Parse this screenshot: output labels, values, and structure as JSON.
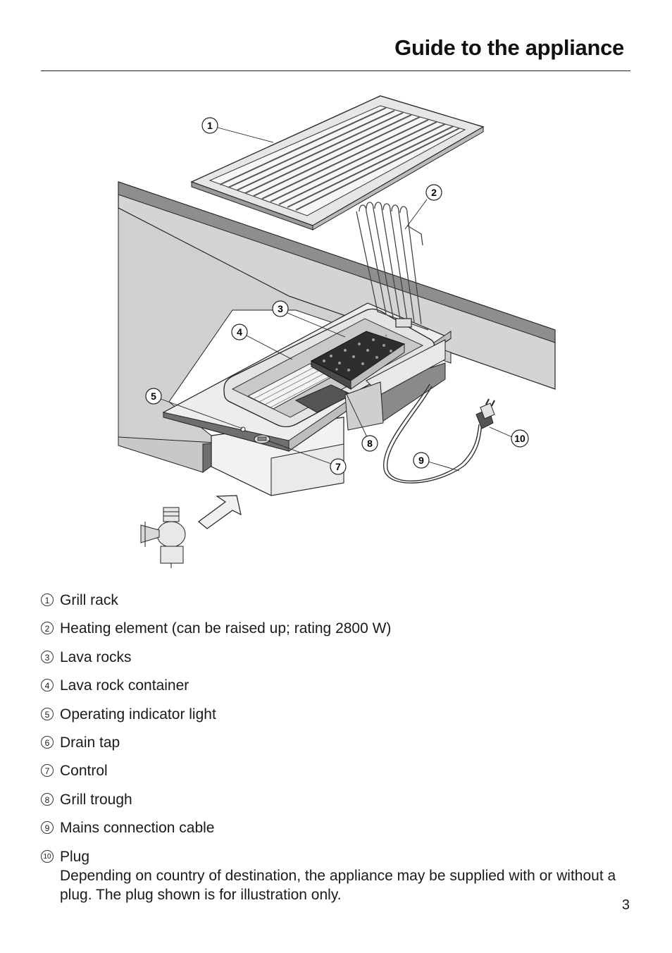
{
  "header": {
    "title": "Guide to the appliance"
  },
  "figure": {
    "callouts": [
      "1",
      "2",
      "3",
      "4",
      "5",
      "7",
      "8",
      "9",
      "10"
    ]
  },
  "legend": {
    "items": [
      {
        "num": "1",
        "label": "Grill rack"
      },
      {
        "num": "2",
        "label": "Heating element (can be raised up; rating 2800 W)"
      },
      {
        "num": "3",
        "label": "Lava rocks"
      },
      {
        "num": "4",
        "label": "Lava rock container"
      },
      {
        "num": "5",
        "label": "Operating indicator light"
      },
      {
        "num": "6",
        "label": "Drain tap"
      },
      {
        "num": "7",
        "label": "Control"
      },
      {
        "num": "8",
        "label": "Grill trough"
      },
      {
        "num": "9",
        "label": "Mains connection cable"
      },
      {
        "num": "10",
        "label": "Plug",
        "note": "Depending on country of destination, the appliance may be supplied with or without a plug. The plug shown is for illustration only."
      }
    ]
  },
  "footer": {
    "page_number": "3"
  }
}
